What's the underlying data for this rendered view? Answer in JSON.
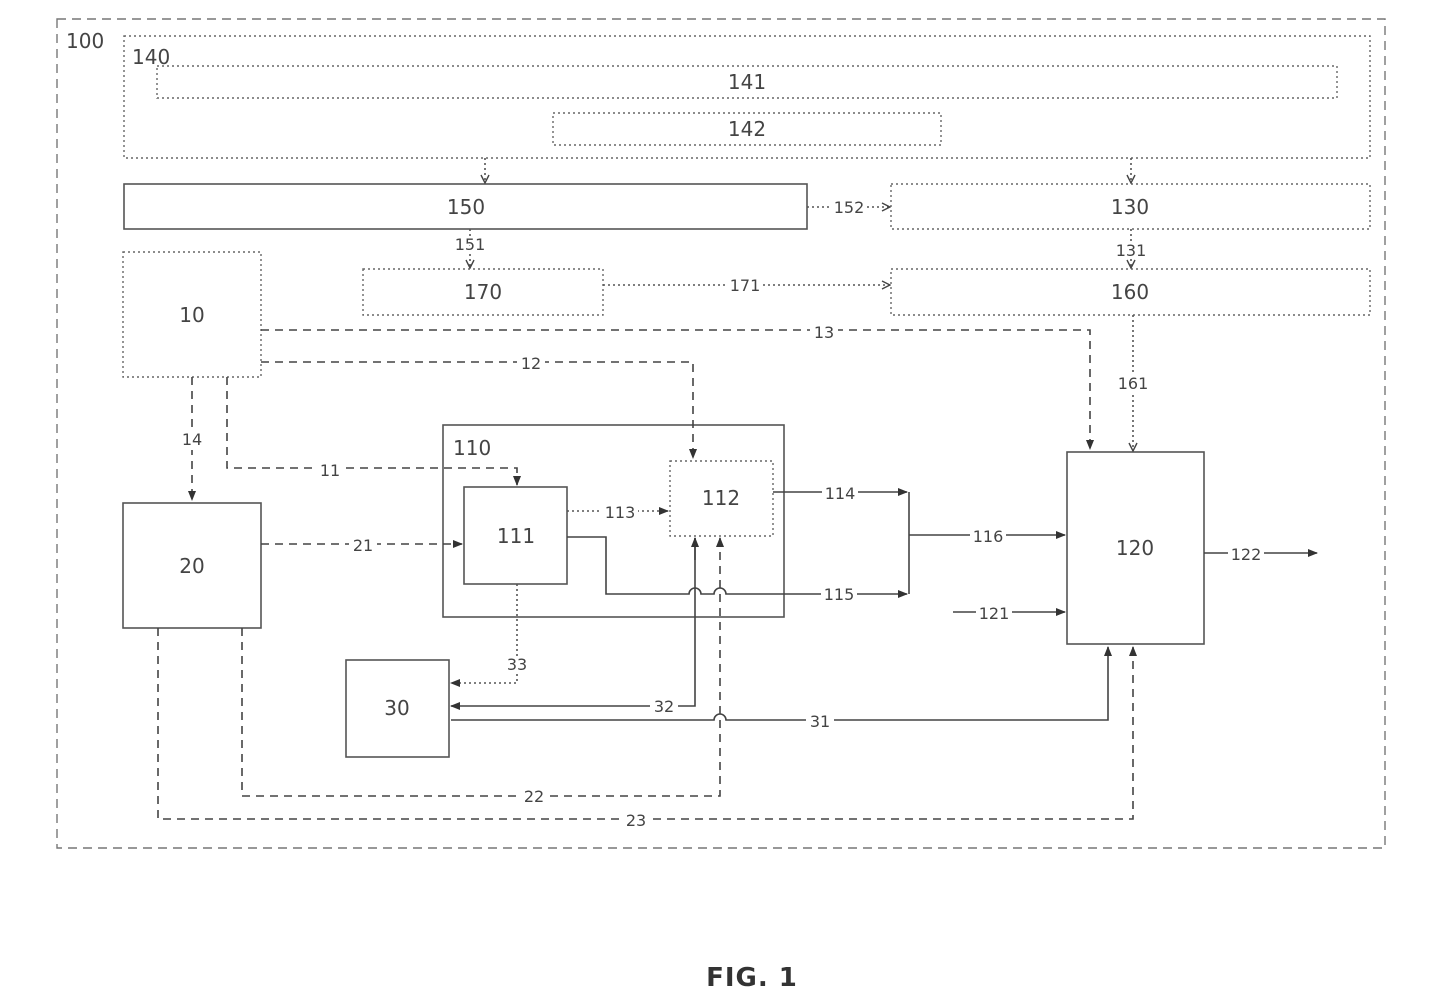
{
  "blocks": {
    "b100": "100",
    "b140": "140",
    "b141": "141",
    "b142": "142",
    "b150": "150",
    "b130": "130",
    "b170": "170",
    "b160": "160",
    "b10": "10",
    "b20": "20",
    "b30": "30",
    "b110": "110",
    "b111": "111",
    "b112": "112",
    "b120": "120"
  },
  "signals": {
    "s11": "11",
    "s12": "12",
    "s13": "13",
    "s14": "14",
    "s21": "21",
    "s22": "22",
    "s23": "23",
    "s31": "31",
    "s32": "32",
    "s33": "33",
    "s113": "113",
    "s114": "114",
    "s115": "115",
    "s116": "116",
    "s121": "121",
    "s122": "122",
    "s131": "131",
    "s151": "151",
    "s152": "152",
    "s161": "161",
    "s171": "171"
  },
  "caption": "FIG. 1"
}
